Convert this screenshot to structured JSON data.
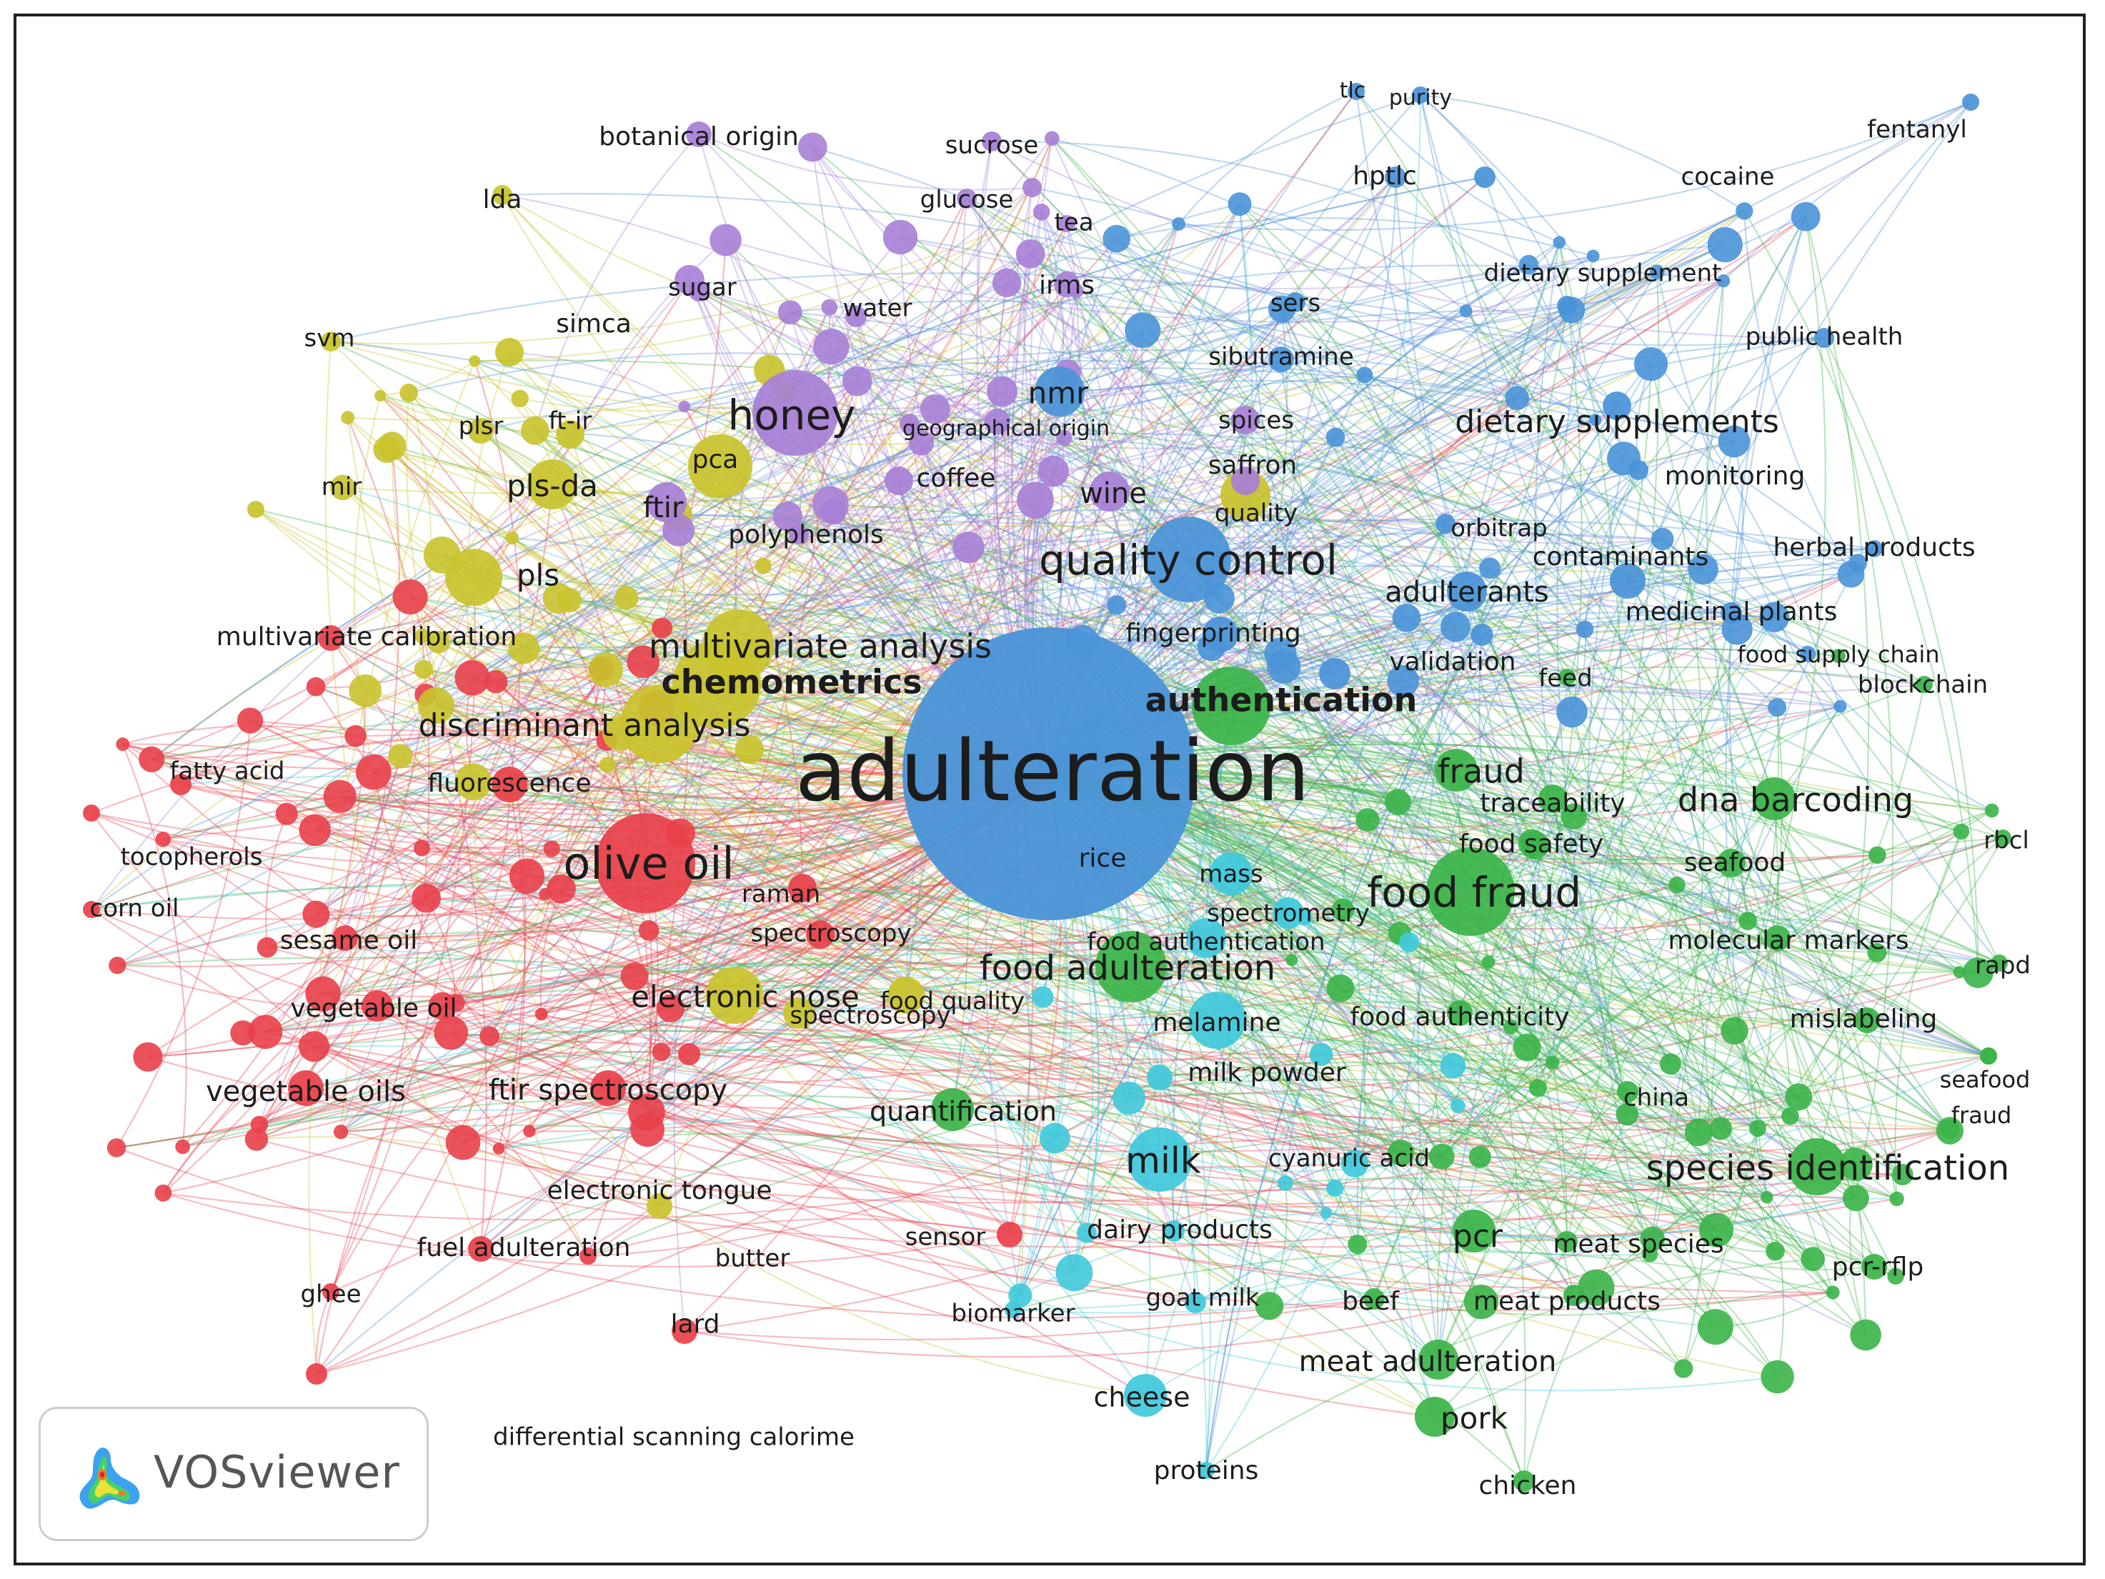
{
  "clusters": {
    "red": "#e8404a",
    "yellow": "#c9c32d",
    "green": "#3bb449",
    "blue": "#4a93d8",
    "purple": "#a77fd6",
    "cyan": "#3fc9dc"
  },
  "logo": {
    "text": "VOSviewer",
    "icon": "vosviewer-density-logo-icon"
  },
  "nodes": [
    {
      "label": "adulteration",
      "cluster": "blue",
      "size": 1.0,
      "bold": false
    },
    {
      "label": "olive oil",
      "cluster": "red",
      "size": 0.55
    },
    {
      "label": "honey",
      "cluster": "purple",
      "size": 0.5
    },
    {
      "label": "quality control",
      "cluster": "blue",
      "size": 0.5
    },
    {
      "label": "food fraud",
      "cluster": "green",
      "size": 0.5
    },
    {
      "label": "food adulteration",
      "cluster": "green",
      "size": 0.45
    },
    {
      "label": "authentication",
      "cluster": "green",
      "size": 0.45,
      "bold": true
    },
    {
      "label": "chemometrics",
      "cluster": "yellow",
      "size": 0.45,
      "bold": true
    },
    {
      "label": "multivariate analysis",
      "cluster": "yellow",
      "size": 0.4
    },
    {
      "label": "discriminant analysis",
      "cluster": "yellow",
      "size": 0.38
    },
    {
      "label": "dietary supplements",
      "cluster": "blue",
      "size": 0.38
    },
    {
      "label": "species identification",
      "cluster": "green",
      "size": 0.38
    },
    {
      "label": "dna barcoding",
      "cluster": "green",
      "size": 0.38
    },
    {
      "label": "fraud",
      "cluster": "green",
      "size": 0.38
    },
    {
      "label": "milk",
      "cluster": "cyan",
      "size": 0.38
    },
    {
      "label": "electronic nose",
      "cluster": "yellow",
      "size": 0.33
    },
    {
      "label": "pls-da",
      "cluster": "yellow",
      "size": 0.33
    },
    {
      "label": "pls",
      "cluster": "yellow",
      "size": 0.33
    },
    {
      "label": "nmr",
      "cluster": "blue",
      "size": 0.33
    },
    {
      "label": "wine",
      "cluster": "purple",
      "size": 0.3
    },
    {
      "label": "ftir",
      "cluster": "purple",
      "size": 0.3
    },
    {
      "label": "pca",
      "cluster": "yellow",
      "size": 0.3
    },
    {
      "label": "pcr",
      "cluster": "green",
      "size": 0.33
    },
    {
      "label": "pork",
      "cluster": "green",
      "size": 0.3
    },
    {
      "label": "adulterants",
      "cluster": "blue",
      "size": 0.3
    },
    {
      "label": "vegetable oils",
      "cluster": "red",
      "size": 0.3
    },
    {
      "label": "ftir spectroscopy",
      "cluster": "red",
      "size": 0.3
    },
    {
      "label": "meat adulteration",
      "cluster": "green",
      "size": 0.3
    },
    {
      "label": "traceability",
      "cluster": "green",
      "size": 0.26
    },
    {
      "label": "food safety",
      "cluster": "green",
      "size": 0.26
    },
    {
      "label": "seafood",
      "cluster": "green",
      "size": 0.26
    },
    {
      "label": "molecular markers",
      "cluster": "green",
      "size": 0.26
    },
    {
      "label": "mislabeling",
      "cluster": "green",
      "size": 0.26
    },
    {
      "label": "food authenticity",
      "cluster": "green",
      "size": 0.26
    },
    {
      "label": "melamine",
      "cluster": "cyan",
      "size": 0.26
    },
    {
      "label": "mass",
      "cluster": "cyan",
      "size": 0.24
    },
    {
      "label": "spectrometry",
      "cluster": "cyan",
      "size": 0.24
    },
    {
      "label": "food authentication",
      "cluster": "cyan",
      "size": 0.24
    },
    {
      "label": "food quality",
      "cluster": "yellow",
      "size": 0.24
    },
    {
      "label": "spectroscopy",
      "cluster": "yellow",
      "size": 0.24
    },
    {
      "label": "raman",
      "cluster": "red",
      "size": 0.24
    },
    {
      "label": "spectroscopy",
      "cluster": "red",
      "size": 0.24
    },
    {
      "label": "fluorescence",
      "cluster": "red",
      "size": 0.24
    },
    {
      "label": "multivariate calibration",
      "cluster": "red",
      "size": 0.24
    },
    {
      "label": "quantification",
      "cluster": "green",
      "size": 0.26
    },
    {
      "label": "rice",
      "cluster": "blue",
      "size": 0.22
    },
    {
      "label": "fingerprinting",
      "cluster": "blue",
      "size": 0.24
    },
    {
      "label": "validation",
      "cluster": "blue",
      "size": 0.24
    },
    {
      "label": "feed",
      "cluster": "green",
      "size": 0.2
    },
    {
      "label": "contaminants",
      "cluster": "blue",
      "size": 0.24
    },
    {
      "label": "herbal products",
      "cluster": "blue",
      "size": 0.22
    },
    {
      "label": "medicinal plants",
      "cluster": "blue",
      "size": 0.22
    },
    {
      "label": "monitoring",
      "cluster": "blue",
      "size": 0.22
    },
    {
      "label": "orbitrap",
      "cluster": "blue",
      "size": 0.22
    },
    {
      "label": "quality",
      "cluster": "yellow",
      "size": 0.22
    },
    {
      "label": "saffron",
      "cluster": "purple",
      "size": 0.22
    },
    {
      "label": "spices",
      "cluster": "purple",
      "size": 0.22
    },
    {
      "label": "sibutramine",
      "cluster": "blue",
      "size": 0.22
    },
    {
      "label": "sers",
      "cluster": "blue",
      "size": 0.22
    },
    {
      "label": "dietary supplement",
      "cluster": "blue",
      "size": 0.22
    },
    {
      "label": "public health",
      "cluster": "blue",
      "size": 0.22
    },
    {
      "label": "hptlc",
      "cluster": "blue",
      "size": 0.22
    },
    {
      "label": "tlc",
      "cluster": "blue",
      "size": 0.2
    },
    {
      "label": "purity",
      "cluster": "blue",
      "size": 0.2
    },
    {
      "label": "cocaine",
      "cluster": "blue",
      "size": 0.22
    },
    {
      "label": "fentanyl",
      "cluster": "blue",
      "size": 0.22
    },
    {
      "label": "food supply chain",
      "cluster": "green",
      "size": 0.2
    },
    {
      "label": "blockchain",
      "cluster": "green",
      "size": 0.2
    },
    {
      "label": "rbcl",
      "cluster": "green",
      "size": 0.2
    },
    {
      "label": "rapd",
      "cluster": "green",
      "size": 0.2
    },
    {
      "label": "seafood",
      "cluster": "green",
      "size": 0.2
    },
    {
      "label": "fraud",
      "cluster": "green",
      "size": 0.2
    },
    {
      "label": "china",
      "cluster": "green",
      "size": 0.2
    },
    {
      "label": "pcr-rflp",
      "cluster": "green",
      "size": 0.22
    },
    {
      "label": "meat species",
      "cluster": "green",
      "size": 0.22
    },
    {
      "label": "meat products",
      "cluster": "green",
      "size": 0.22
    },
    {
      "label": "beef",
      "cluster": "green",
      "size": 0.22
    },
    {
      "label": "chicken",
      "cluster": "green",
      "size": 0.22
    },
    {
      "label": "goat milk",
      "cluster": "cyan",
      "size": 0.2
    },
    {
      "label": "dairy products",
      "cluster": "cyan",
      "size": 0.22
    },
    {
      "label": "cyanuric acid",
      "cluster": "cyan",
      "size": 0.2
    },
    {
      "label": "milk powder",
      "cluster": "cyan",
      "size": 0.22
    },
    {
      "label": "cheese",
      "cluster": "cyan",
      "size": 0.22
    },
    {
      "label": "proteins",
      "cluster": "cyan",
      "size": 0.2
    },
    {
      "label": "biomarker",
      "cluster": "cyan",
      "size": 0.2
    },
    {
      "label": "sensor",
      "cluster": "red",
      "size": 0.2
    },
    {
      "label": "butter",
      "cluster": "red",
      "size": 0.2
    },
    {
      "label": "lard",
      "cluster": "red",
      "size": 0.22
    },
    {
      "label": "ghee",
      "cluster": "red",
      "size": 0.2
    },
    {
      "label": "fuel adulteration",
      "cluster": "red",
      "size": 0.22
    },
    {
      "label": "electronic tongue",
      "cluster": "yellow",
      "size": 0.22
    },
    {
      "label": "differential scanning calorime",
      "cluster": "red",
      "size": 0.2
    },
    {
      "label": "vegetable oil",
      "cluster": "red",
      "size": 0.24
    },
    {
      "label": "sesame oil",
      "cluster": "red",
      "size": 0.22
    },
    {
      "label": "corn oil",
      "cluster": "red",
      "size": 0.2
    },
    {
      "label": "tocopherols",
      "cluster": "red",
      "size": 0.2
    },
    {
      "label": "fatty acid",
      "cluster": "red",
      "size": 0.2
    },
    {
      "label": "mir",
      "cluster": "yellow",
      "size": 0.2
    },
    {
      "label": "plsr",
      "cluster": "yellow",
      "size": 0.2
    },
    {
      "label": "ft-ir",
      "cluster": "yellow",
      "size": 0.2
    },
    {
      "label": "svm",
      "cluster": "yellow",
      "size": 0.2
    },
    {
      "label": "simca",
      "cluster": "yellow",
      "size": 0.22
    },
    {
      "label": "lda",
      "cluster": "yellow",
      "size": 0.22
    },
    {
      "label": "sugar",
      "cluster": "purple",
      "size": 0.2
    },
    {
      "label": "water",
      "cluster": "purple",
      "size": 0.2
    },
    {
      "label": "botanical origin",
      "cluster": "purple",
      "size": 0.22
    },
    {
      "label": "sucrose",
      "cluster": "purple",
      "size": 0.2
    },
    {
      "label": "glucose",
      "cluster": "purple",
      "size": 0.2
    },
    {
      "label": "tea",
      "cluster": "purple",
      "size": 0.2
    },
    {
      "label": "irms",
      "cluster": "purple",
      "size": 0.22
    },
    {
      "label": "geographical origin",
      "cluster": "purple",
      "size": 0.2
    },
    {
      "label": "coffee",
      "cluster": "purple",
      "size": 0.22
    },
    {
      "label": "polyphenols",
      "cluster": "purple",
      "size": 0.22
    }
  ]
}
